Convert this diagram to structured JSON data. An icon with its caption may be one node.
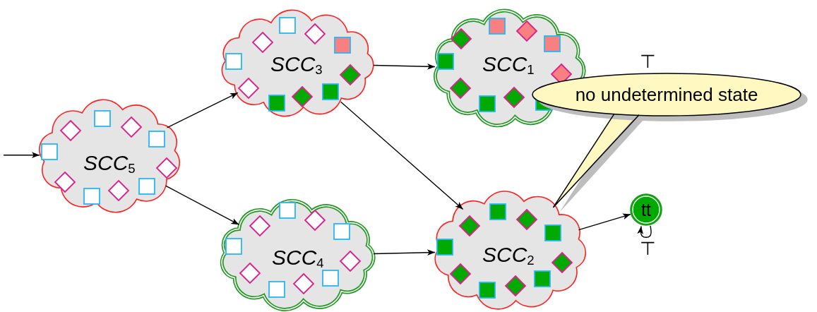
{
  "diagram": {
    "nodes": [
      {
        "text": [
          "SCC$_{5}$"
        ]
      },
      {
        "text": [
          "SCC$_{3}$"
        ]
      },
      {
        "text": [
          "SCC$_{1}$"
        ]
      },
      {
        "text": [
          "SCC$_{4}$"
        ]
      },
      {
        "text": [
          "SCC$_{2}$"
        ]
      },
      {
        "text": [
          "tt"
        ]
      },
      {
        "text": [
          "no undetermined state"
        ]
      }
    ],
    "edges": [
      {
        "from": null,
        "to": 0,
        "arrow": "to"
      },
      {
        "from": 0,
        "to": 1,
        "arrow": "to"
      },
      {
        "from": 0,
        "to": 3,
        "arrow": "to"
      },
      {
        "from": 1,
        "to": 2,
        "arrow": "to"
      },
      {
        "from": 1,
        "to": 4,
        "arrow": "to"
      },
      {
        "from": 3,
        "to": 4,
        "arrow": "to"
      },
      {
        "from": 4,
        "to": 5,
        "arrow": "to"
      },
      {
        "from": 5,
        "to": 5,
        "arrow": "to",
        "label": "⊤"
      },
      {
        "from": 6,
        "to": 4,
        "arrow": "none"
      }
    ],
    "labels": [
      "⊤"
    ]
  }
}
